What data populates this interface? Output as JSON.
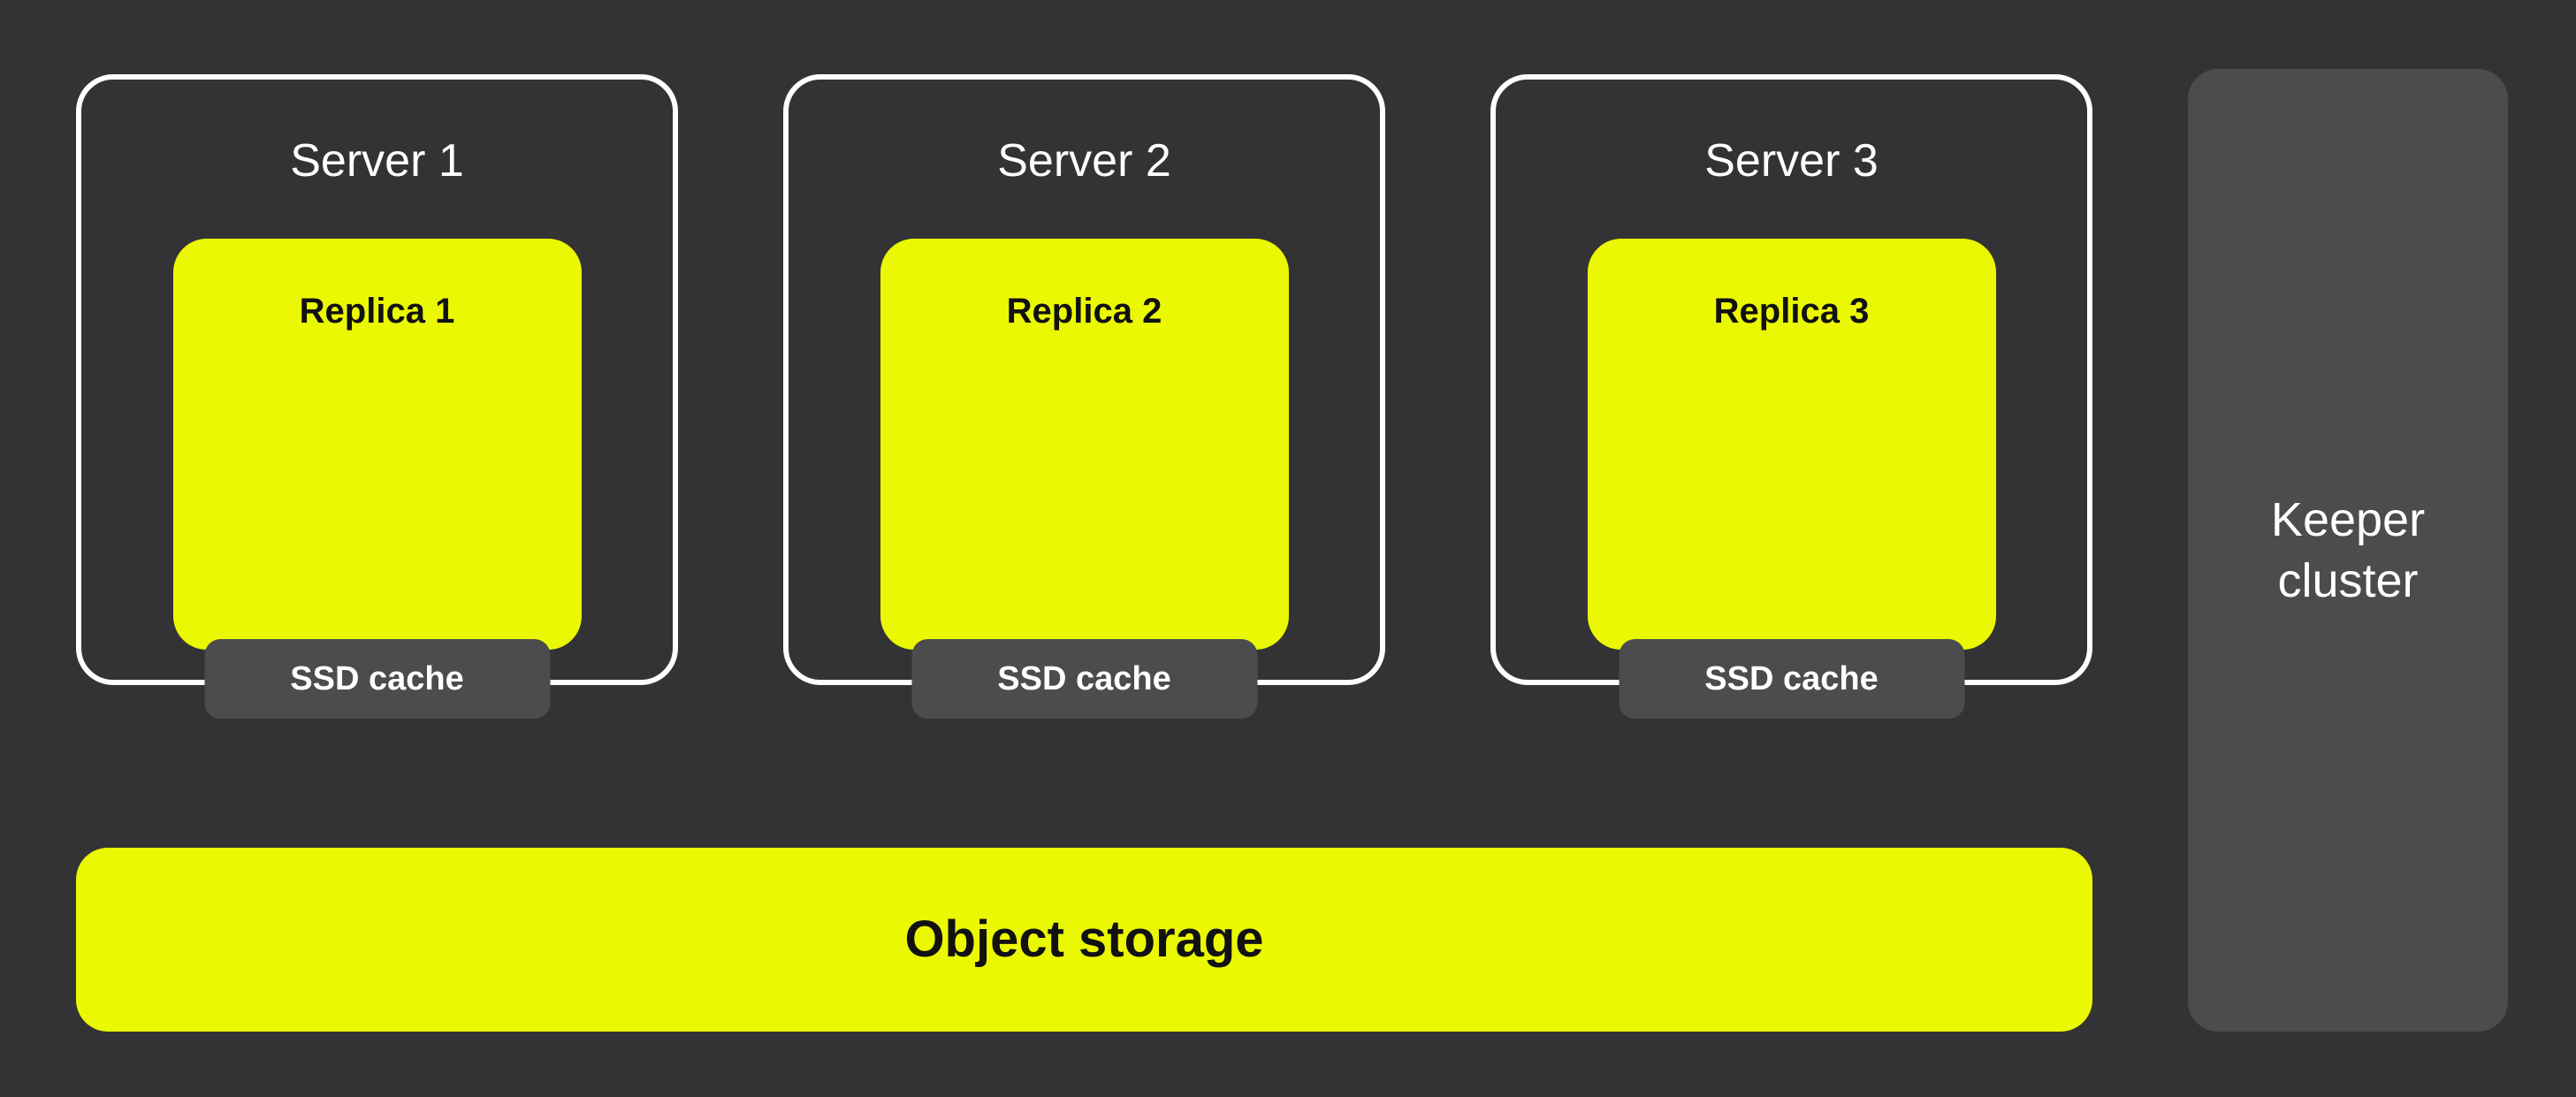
{
  "servers": [
    {
      "title": "Server 1",
      "replica_label": "Replica 1",
      "ssd_cache_label": "SSD cache"
    },
    {
      "title": "Server 2",
      "replica_label": "Replica 2",
      "ssd_cache_label": "SSD cache"
    },
    {
      "title": "Server 3",
      "replica_label": "Replica 3",
      "ssd_cache_label": "SSD cache"
    }
  ],
  "object_storage": {
    "label": "Object storage"
  },
  "keeper_cluster": {
    "label": "Keeper cluster"
  },
  "colors": {
    "background": "#333335",
    "server_border": "#FFFFFF",
    "server_title_text": "#FFFFFF",
    "replica_fill": "#EBF803",
    "replica_text": "#111111",
    "ssd_cache_fill": "#4C4C4E",
    "ssd_cache_text": "#FFFFFF",
    "object_storage_fill": "#EBF803",
    "object_storage_text": "#111111",
    "keeper_cluster_fill": "#4C4C4E",
    "keeper_cluster_text": "#FFFFFF"
  }
}
